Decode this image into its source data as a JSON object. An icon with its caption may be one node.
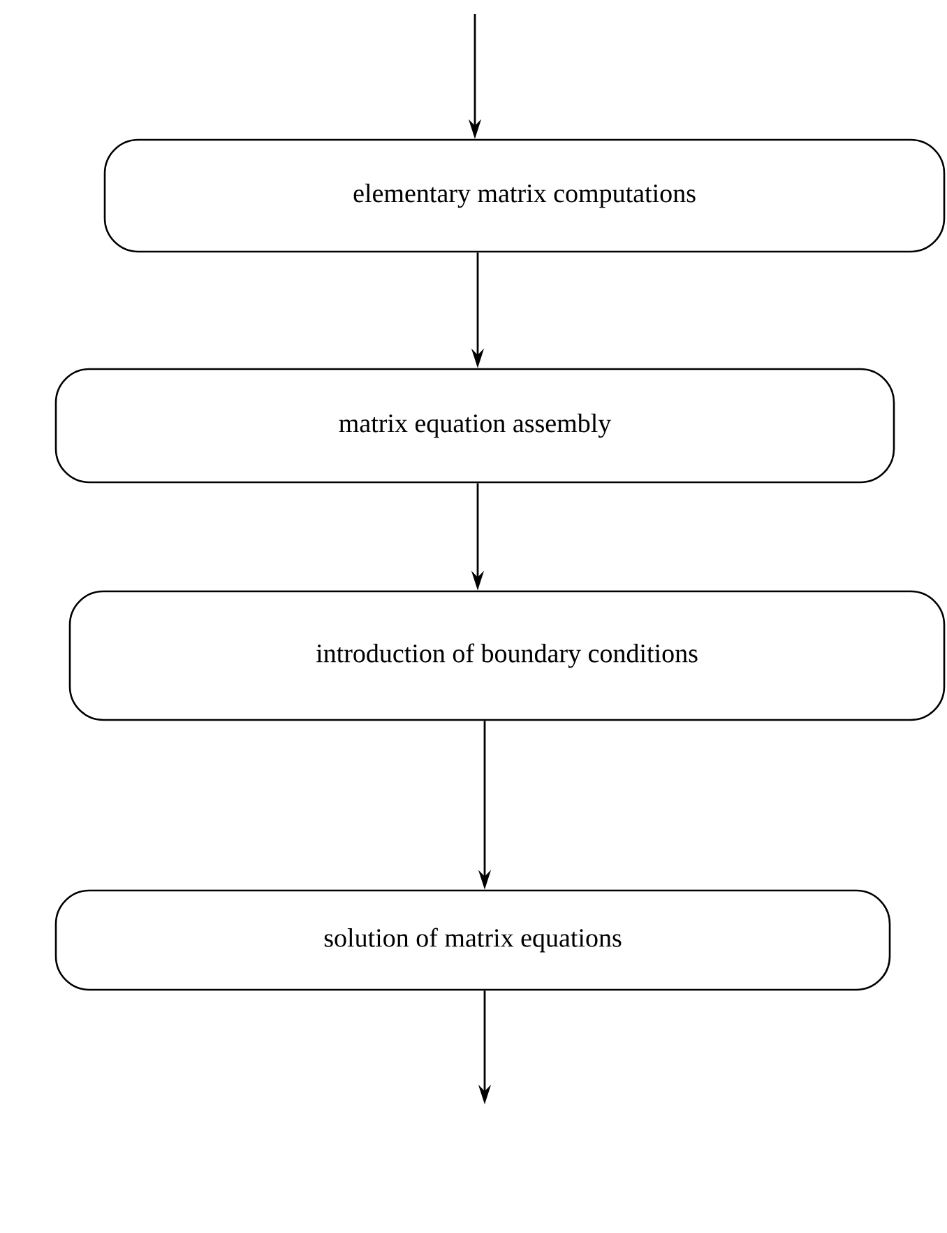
{
  "diagram": {
    "nodes": [
      {
        "text": [
          "elementary matrix computations"
        ]
      },
      {
        "text": [
          "matrix equation assembly"
        ]
      },
      {
        "text": [
          "introduction of boundary conditions"
        ]
      },
      {
        "text": [
          "solution of matrix equations"
        ]
      }
    ],
    "edges": [
      {
        "from": null,
        "to": 0,
        "arrow": "to"
      },
      {
        "from": 0,
        "to": 1,
        "arrow": "to"
      },
      {
        "from": 1,
        "to": 2,
        "arrow": "to"
      },
      {
        "from": 2,
        "to": 3,
        "arrow": "to"
      },
      {
        "from": 3,
        "to": null,
        "arrow": "to"
      }
    ]
  }
}
